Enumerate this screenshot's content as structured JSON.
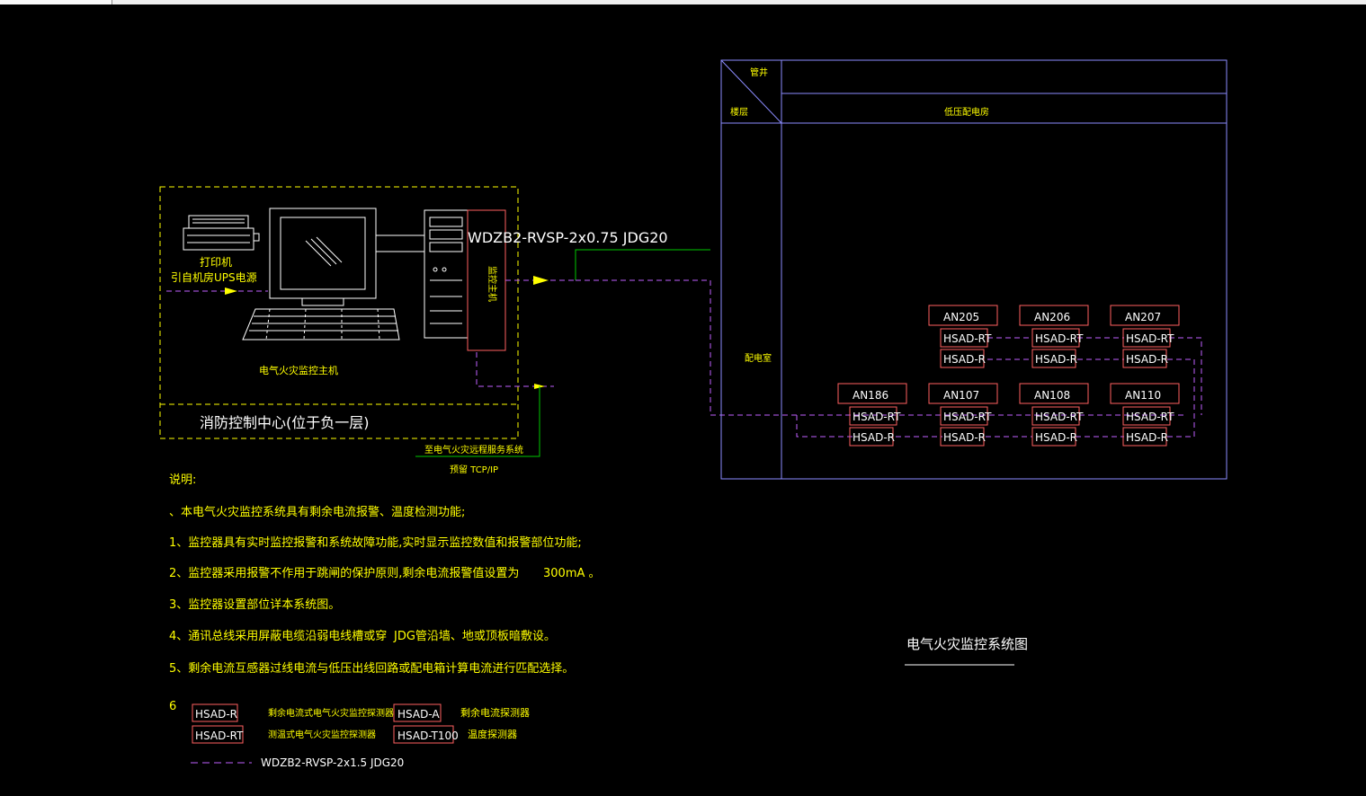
{
  "colors": {
    "background": "#000000",
    "yellow": "#ffff00",
    "blue": "#8c8cff",
    "green": "#00c800",
    "magenta": "#c060ff",
    "device_box": "#ff6060",
    "white": "#ffffff"
  },
  "control_center": {
    "printer_label": "打印机",
    "ups_label": "引自机房UPS电源",
    "host_label": "电气火灾监控主机",
    "cabinet_label": "监控主机",
    "room_label": "消防控制中心(位于负一层)",
    "cable_label": "WDZB2-RVSP-2x0.75  JDG20",
    "service_label": "至电气火灾远程服务系统",
    "tcp_label": "预留 TCP/IP"
  },
  "riser_table": {
    "header_top": "管井",
    "header_floor": "楼层",
    "header_panel": "低压配电房",
    "floor_label": "配电室",
    "row_top": [
      {
        "name": "AN205",
        "mod1": "HSAD-RT",
        "mod2": "HSAD-R"
      },
      {
        "name": "AN206",
        "mod1": "HSAD-RT",
        "mod2": "HSAD-R"
      },
      {
        "name": "AN207",
        "mod1": "HSAD-RT",
        "mod2": "HSAD-R"
      }
    ],
    "row_bottom": [
      {
        "name": "AN186",
        "mod1": "HSAD-RT",
        "mod2": "HSAD-R"
      },
      {
        "name": "AN107",
        "mod1": "HSAD-RT",
        "mod2": "HSAD-R"
      },
      {
        "name": "AN108",
        "mod1": "HSAD-RT",
        "mod2": "HSAD-R"
      },
      {
        "name": "AN110",
        "mod1": "HSAD-RT",
        "mod2": "HSAD-R"
      }
    ]
  },
  "notes": {
    "heading": "说明:",
    "items": [
      "、本电气火灾监控系统具有剩余电流报警、温度检测功能;",
      "1、监控器具有实时监控报警和系统故障功能,实时显示监控数值和报警部位功能;",
      "2、监控器采用报警不作用于跳闸的保护原则,剩余电流报警值设置为",
      "3、监控器设置部位详本系统图。",
      "4、通讯总线采用屏蔽电缆沿弱电线槽或穿",
      "5、剩余电流互感器过线电流与低压出线回路或配电箱计算电流进行匹配选择。"
    ],
    "item2_value": "300mA 。",
    "item4_suffix": "JDG管沿墙、地或顶板暗敷设。",
    "item6_number": "6"
  },
  "legend": {
    "entries": [
      {
        "code": "HSAD-R",
        "desc": "剩余电流式电气火灾监控探测器"
      },
      {
        "code": "HSAD-RT",
        "desc": "测温式电气火灾监控探测器"
      },
      {
        "code": "HSAD-A",
        "desc": "剩余电流探测器"
      },
      {
        "code": "HSAD-T100",
        "desc": "温度探测器"
      }
    ],
    "cable": "WDZB2-RVSP-2x1.5  JDG20"
  },
  "drawing_title": "电气火灾监控系统图"
}
